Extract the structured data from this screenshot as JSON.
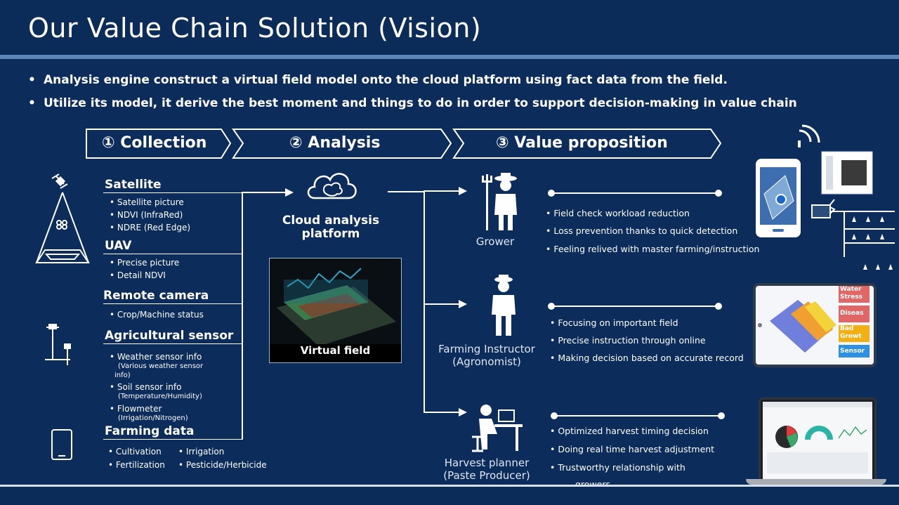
{
  "title": "Our Value Chain Solution (Vision)",
  "bullets": [
    "Analysis engine construct a virtual field model onto the cloud platform using fact data from the field.",
    "Utilize its model, it derive the best moment and things to do in order to support decision-making  in value chain"
  ],
  "bullet_marker": "•",
  "stages": [
    "① Collection",
    "② Analysis",
    "③ Value proposition"
  ],
  "collection": {
    "satellite": {
      "title": "Satellite",
      "items": [
        "• Satellite picture",
        "• NDVI (InfraRed)",
        "• NDRE (Red Edge)"
      ]
    },
    "uav": {
      "title": "UAV",
      "items": [
        "• Precise picture",
        "• Detail NDVI"
      ]
    },
    "remote_camera": {
      "title": "Remote camera",
      "items": [
        "• Crop/Machine status"
      ]
    },
    "agri_sensor": {
      "title": "Agricultural sensor",
      "items": [
        "• Weather sensor info",
        "• Soil sensor info",
        "• Flowmeter"
      ],
      "subs": [
        "(Various weather sensor",
        "info)",
        "(Temperature/Humidity)",
        "(Irrigation/Nitrogen)"
      ]
    },
    "farming_data": {
      "title": "Farming data",
      "items": [
        "• Cultivation",
        "• Irrigation",
        "• Fertilization",
        "• Pesticide/Herbicide"
      ]
    }
  },
  "analysis": {
    "platform": "Cloud analysis platform",
    "virtual_field": "Virtual field"
  },
  "roles": [
    {
      "name": "Grower",
      "props": [
        "• Field check workload reduction",
        "• Loss prevention thanks to quick detection",
        "• Feeling relived with master farming/instruction"
      ]
    },
    {
      "name": "Farming Instructor",
      "sub": "(Agronomist)",
      "props": [
        "• Focusing on important field",
        "• Precise instruction through online",
        "• Making decision based on accurate record"
      ]
    },
    {
      "name": "Harvest planner",
      "sub": "(Paste Producer)",
      "props": [
        "• Optimized harvest timing decision",
        "• Doing real time harvest adjustment",
        "• Trustworthy relationship with",
        "growers"
      ]
    }
  ],
  "tablet_labels": [
    "Water",
    "Stress",
    "Diseas",
    "Bad",
    "Growt",
    "Sensor"
  ]
}
